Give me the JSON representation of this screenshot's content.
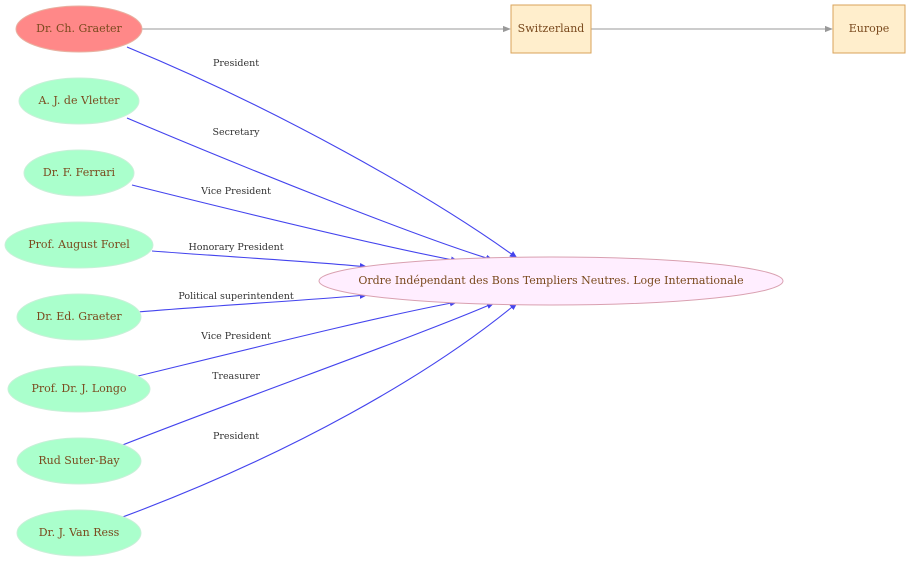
{
  "colors": {
    "person_fill": "#aaffcc",
    "person_stroke": "#c8f0d8",
    "primary_fill": "#ff8888",
    "primary_stroke": "#e8b0a0",
    "place_fill": "#ffeecc",
    "place_stroke": "#d9a35a",
    "org_fill": "#ffeeff",
    "org_stroke": "#d9a0b0",
    "role_edge": "#4444ee",
    "place_edge": "#999999"
  },
  "nodes": {
    "ch_graeter": "Dr. Ch. Graeter",
    "vletter": "A. J. de Vletter",
    "ferrari": "Dr. F. Ferrari",
    "forel": "Prof. August Forel",
    "ed_graeter": "Dr. Ed. Graeter",
    "longo": "Prof. Dr.  J. Longo",
    "suter_bay": "Rud Suter-Bay",
    "van_ress": "Dr. J.  Van Ress",
    "switzerland": "Switzerland",
    "europe": "Europe",
    "org": "Ordre Indépendant des Bons Templiers Neutres. Loge Internationale"
  },
  "edges": {
    "ch_graeter": "President",
    "vletter": "Secretary",
    "ferrari": "Vice President",
    "forel": "Honorary President",
    "ed_graeter": "Political superintendent",
    "longo": "Vice President",
    "suter_bay": "Treasurer",
    "van_ress": "President"
  }
}
